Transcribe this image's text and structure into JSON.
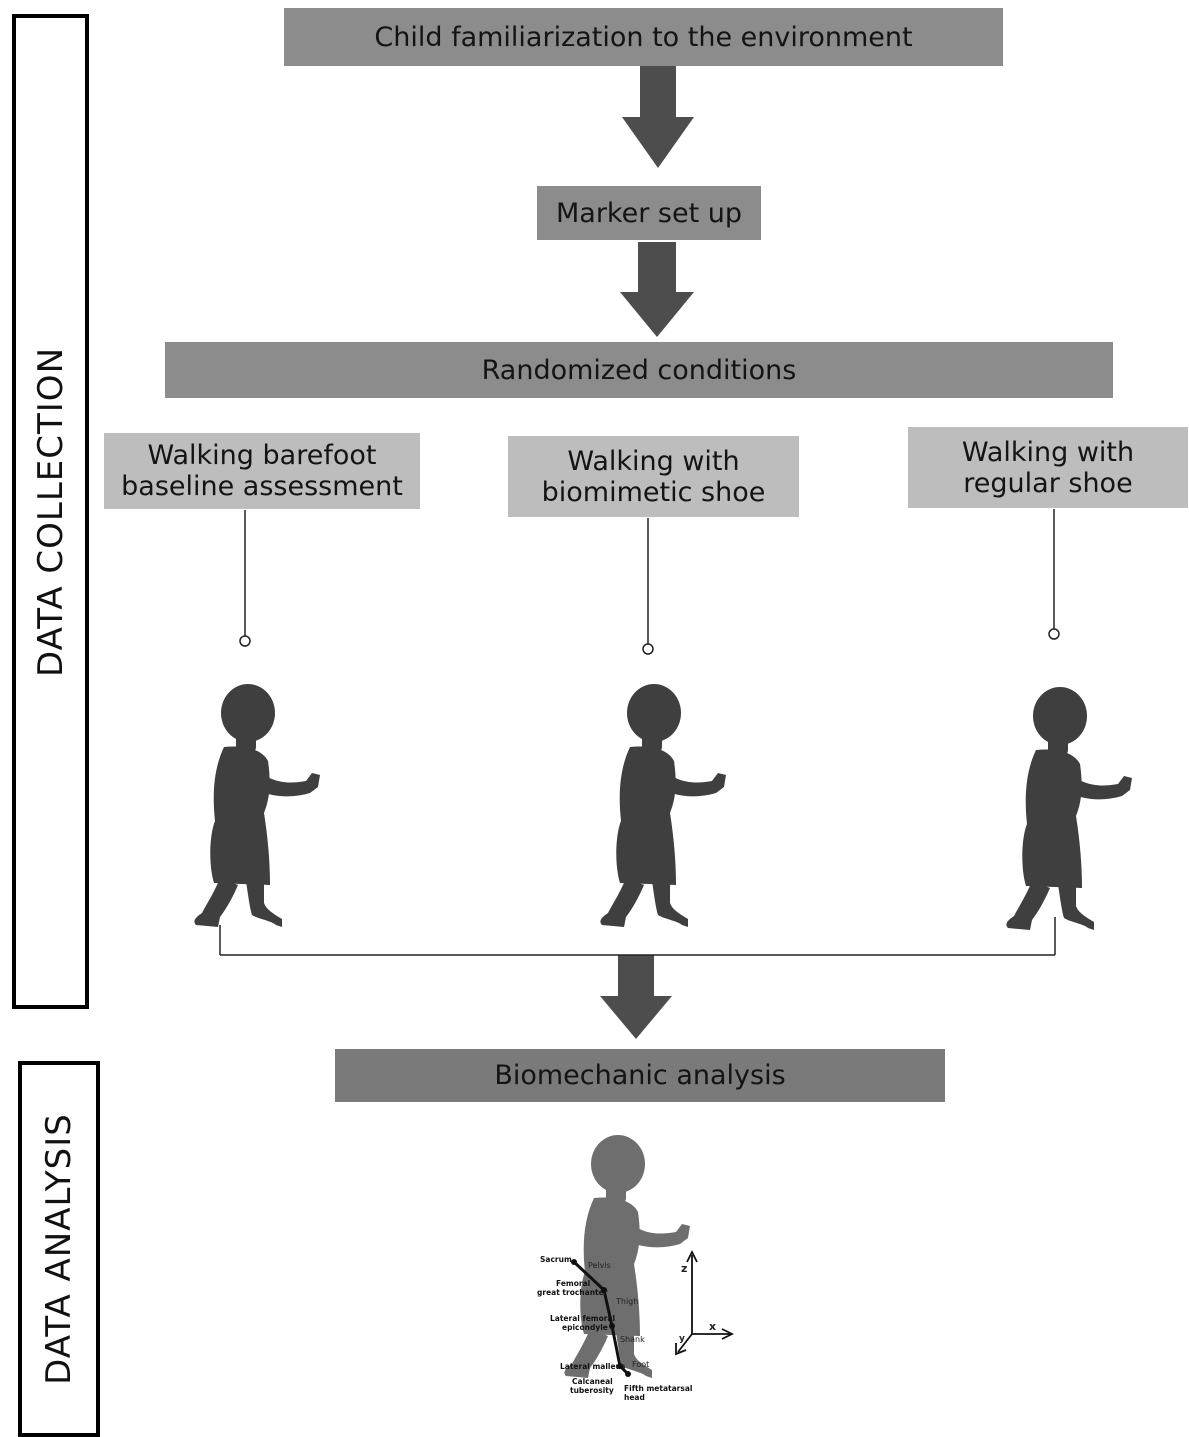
{
  "sections": {
    "collection": "DATA COLLECTION",
    "analysis": "DATA ANALYSIS"
  },
  "steps": {
    "familiarization": "Child familiarization to the environment",
    "marker_setup": "Marker set up",
    "randomized": "Randomized conditions",
    "analysis": "Biomechanic analysis"
  },
  "conditions": [
    {
      "line1": "Walking barefoot",
      "line2": "baseline assessment"
    },
    {
      "line1": "Walking with",
      "line2": "biomimetic shoe"
    },
    {
      "line1": "Walking with",
      "line2": "regular shoe"
    }
  ],
  "model": {
    "landmarks": {
      "sacrum": "Sacrum",
      "femoral": "Femoral",
      "trochanter": "great trochanter",
      "lateral_femoral": "Lateral femoral",
      "epicondyle": "epicondyle",
      "lateral_malleolus": "Lateral malleus",
      "calcaneal": "Calcaneal",
      "tuberosity": "tuberosity",
      "fifth": "Fifth metatarsal",
      "head": "head"
    },
    "segments": {
      "pelvis": "Pelvis",
      "thigh": "Thigh",
      "shank": "Shank",
      "foot": "Foot"
    },
    "axes": {
      "z": "z",
      "x": "x",
      "y": "y"
    }
  },
  "colors": {
    "arrow": "#4d4d4d",
    "silhouette": "#3f3f3f",
    "silhouette_faded": "#6e6e6e",
    "dark_box": "#8c8c8c",
    "light_box": "#bdbdbd"
  }
}
